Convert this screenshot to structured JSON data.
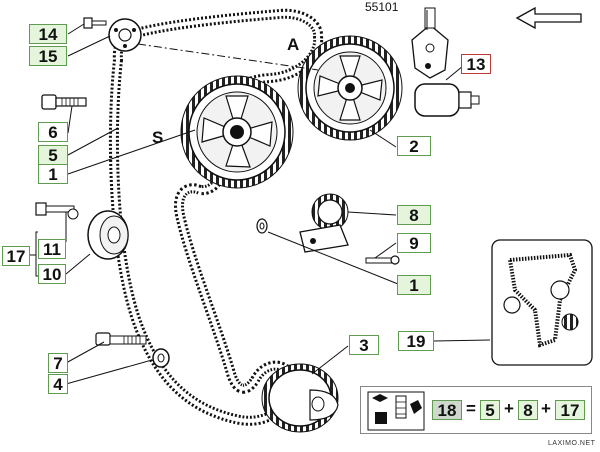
{
  "ref_code": "55101",
  "belt_labels": {
    "A": "A",
    "S": "S"
  },
  "callouts": {
    "c14": "14",
    "c15": "15",
    "c6": "6",
    "c5": "5",
    "c1a": "1",
    "c2": "2",
    "c13": "13",
    "c8": "8",
    "c9": "9",
    "c1b": "1",
    "c17": "17",
    "c11": "11",
    "c10": "10",
    "c7": "7",
    "c4": "4",
    "c3": "3",
    "c19": "19"
  },
  "kit_formula": {
    "kit": "18",
    "eq": "=",
    "part1": "5",
    "plus1": "+",
    "part2": "8",
    "plus2": "+",
    "part3": "17"
  },
  "watermark": "LAXIMO.NET",
  "colors": {
    "label_border": "#5f9c4f",
    "label_fill": "#e4f5dc",
    "highlight_border": "#c23b3b",
    "line": "#111111"
  }
}
